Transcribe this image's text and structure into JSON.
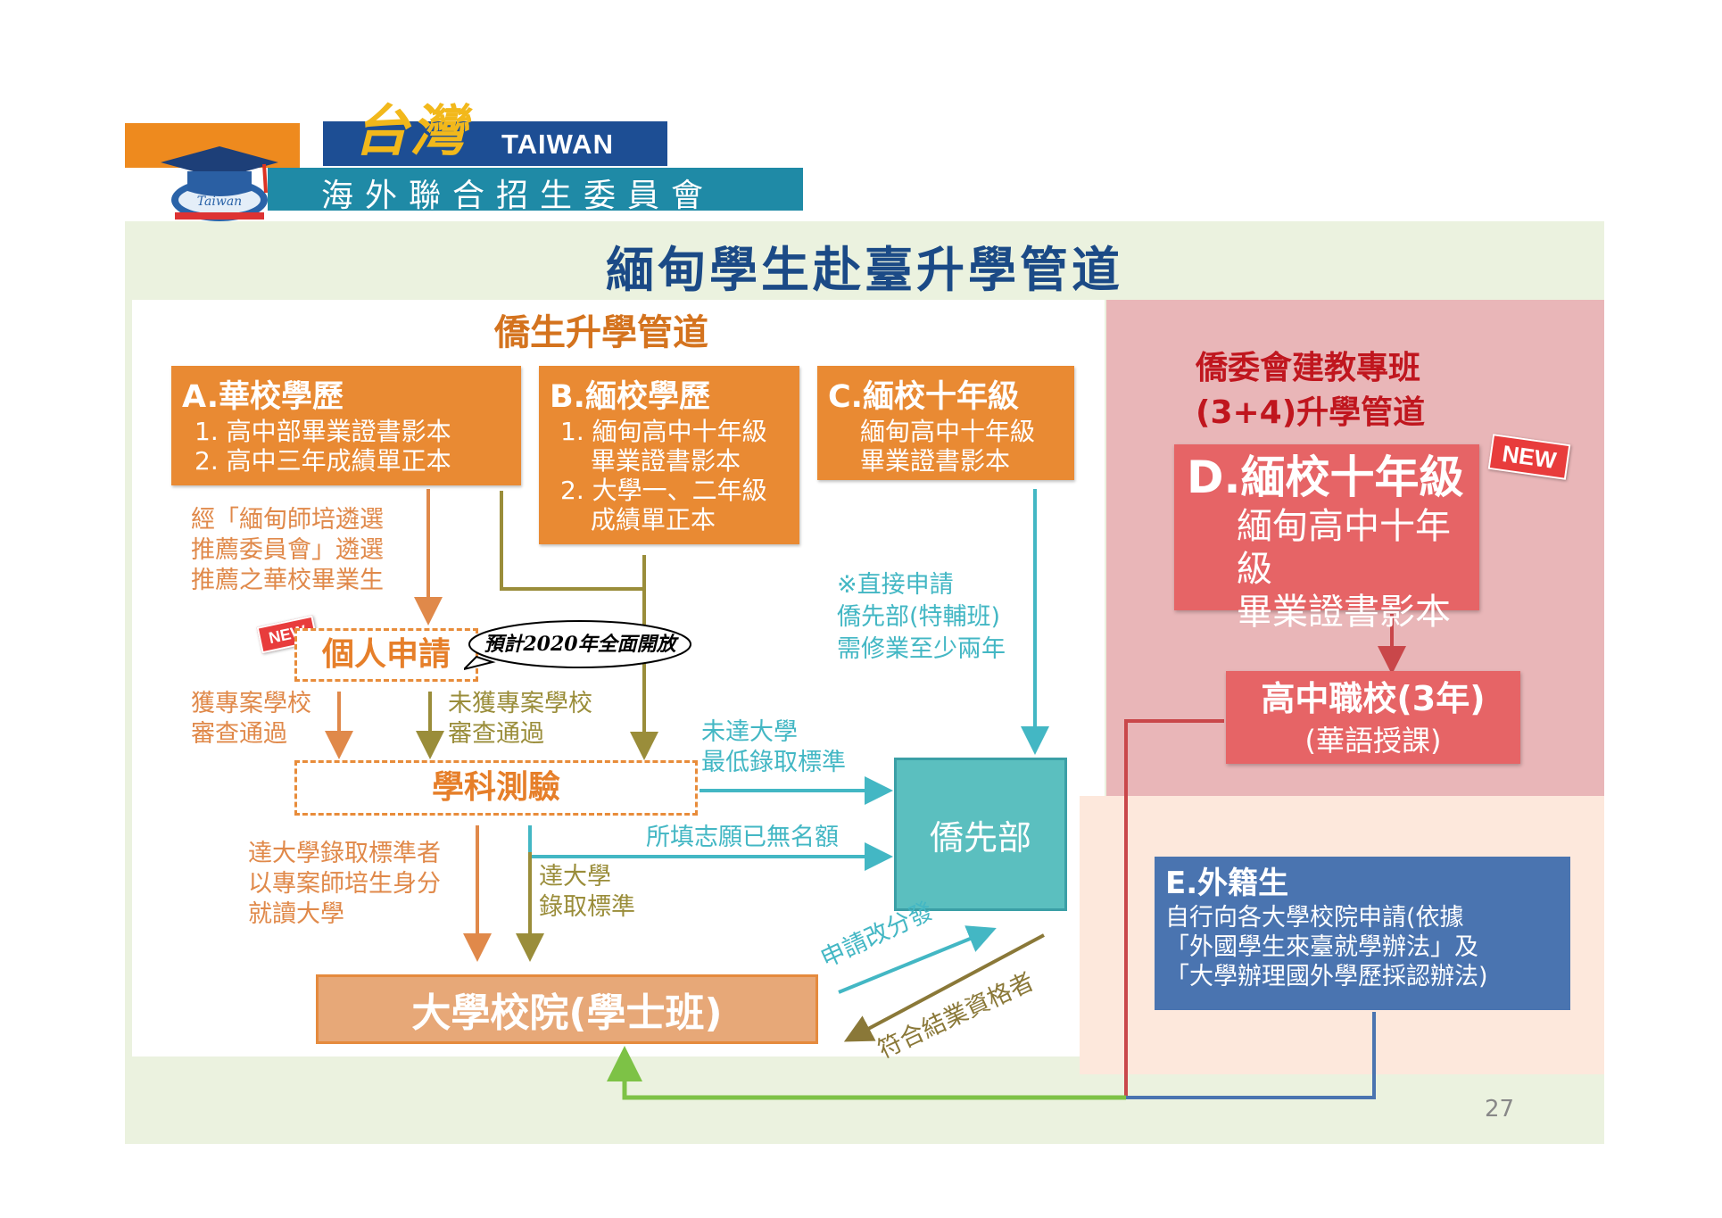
{
  "logo": {
    "script_text": "台灣",
    "english": "TAIWAN",
    "chinese": "海外聯合招生委員會",
    "emblem_icon": "graduation-cap-icon",
    "emblem_text": "Taiwan"
  },
  "slide_title": "緬甸學生赴臺升學管道",
  "left_section_title": "僑生升學管道",
  "box_a": {
    "head": "A.華校學歷",
    "lines": [
      "1. 高中部畢業證書影本",
      "2. 高中三年成績單正本"
    ]
  },
  "box_b": {
    "head": "B.緬校學歷",
    "lines": [
      "1. 緬甸高中十年級",
      "畢業證書影本",
      "2. 大學一、二年級",
      "成績單正本"
    ]
  },
  "box_c": {
    "head": "C.緬校十年級",
    "lines": [
      "緬甸高中十年級",
      "畢業證書影本"
    ]
  },
  "annotation_a": [
    "經「緬甸師培遴選",
    "推薦委員會」遴選",
    "推薦之華校畢業生"
  ],
  "new_badge": "NEW",
  "personal_apply": "個人申請",
  "speech_bubble": "預計2020年全面開放",
  "direct_apply": [
    "※直接申請",
    "僑先部(特輔班)",
    "需修業至少兩年"
  ],
  "approved_label": [
    "獲專案學校",
    "審查通過"
  ],
  "not_approved_label": [
    "未獲專案學校",
    "審查通過"
  ],
  "below_min_label": [
    "未達大學",
    "最低錄取標準"
  ],
  "subject_test": "學科測驗",
  "prep_school": "僑先部",
  "quota_full_label": "所填志願已無名額",
  "reached_special_label": [
    "達大學錄取標準者",
    "以專案師培生身分",
    "就讀大學"
  ],
  "reached_label": [
    "達大學",
    "錄取標準"
  ],
  "reassign_label": "申請改分發",
  "completed_label": "符合結業資格者",
  "university": "大學校院(學士班)",
  "right_title": [
    "僑委會建教專班",
    "(3+4)升學管道"
  ],
  "box_d": {
    "head": "D.緬校十年級",
    "lines": [
      "緬甸高中十年級",
      "畢業證書影本"
    ],
    "badge": "NEW"
  },
  "vocational": {
    "line1": "高中職校(3年)",
    "line2": "(華語授課)"
  },
  "box_e": {
    "head": "E.外籍生",
    "lines": [
      "自行向各大學校院申請(依據",
      "「外國學生來臺就學辦法」及",
      "「大學辦理國外學歷採認辦法)"
    ]
  },
  "page_number": "27",
  "colors": {
    "orange": "#e98a33",
    "olive": "#9a8d3a",
    "teal": "#43b7c4",
    "red": "#c0161e",
    "blue": "#4a74b0",
    "green": "#7dc246"
  }
}
